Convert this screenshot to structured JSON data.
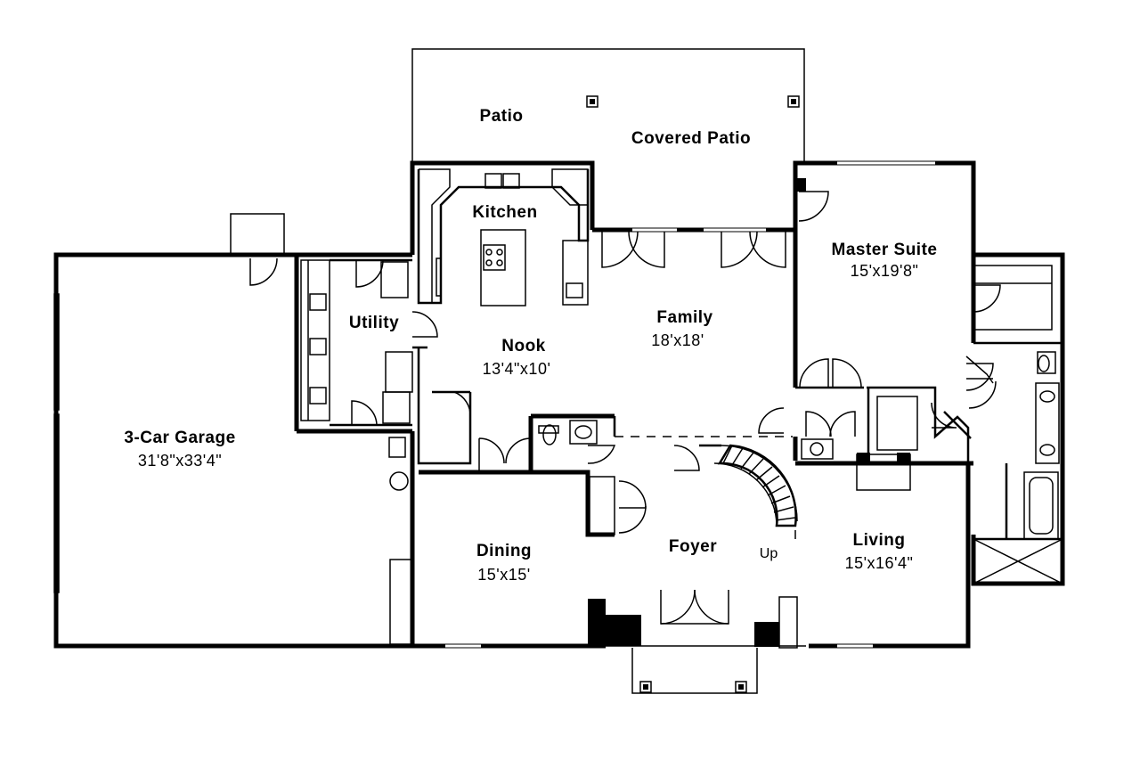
{
  "rooms": {
    "patio": {
      "name": "Patio"
    },
    "covered_patio": {
      "name": "Covered Patio"
    },
    "kitchen": {
      "name": "Kitchen"
    },
    "master_suite": {
      "name": "Master Suite",
      "dim": "15'x19'8\""
    },
    "family": {
      "name": "Family",
      "dim": "18'x18'"
    },
    "utility": {
      "name": "Utility"
    },
    "nook": {
      "name": "Nook",
      "dim": "13'4\"x10'"
    },
    "garage": {
      "name": "3-Car Garage",
      "dim": "31'8\"x33'4\""
    },
    "dining": {
      "name": "Dining",
      "dim": "15'x15'"
    },
    "foyer": {
      "name": "Foyer"
    },
    "living": {
      "name": "Living",
      "dim": "15'x16'4\""
    }
  },
  "stair": {
    "label": "Up"
  }
}
